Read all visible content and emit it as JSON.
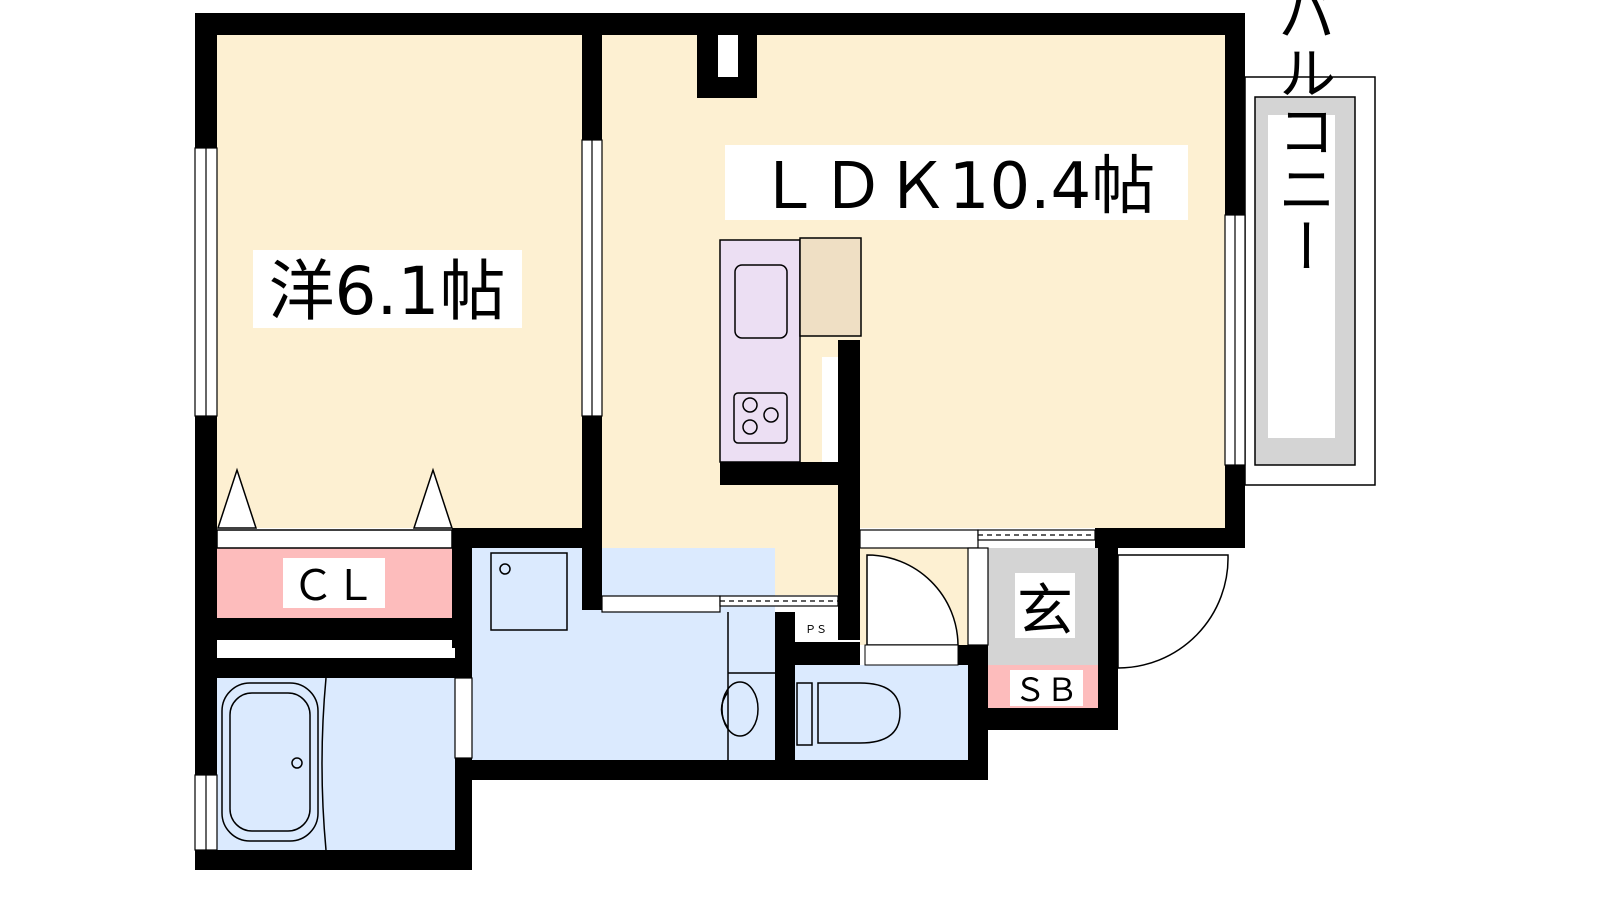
{
  "rooms": {
    "western_room": "洋6.1帖",
    "ldk": "ＬＤＫ10.4帖",
    "closet": "ＣＬ",
    "entrance": "玄",
    "shoe_box": "ＳＢ",
    "pipe_space": "ＰＳ",
    "balcony": "バルコニー"
  },
  "colors": {
    "room": "#fdf0d2",
    "wet_area": "#dbeafe",
    "closet": "#fdbcbc",
    "entrance": "#d4d4d4",
    "kitchen": "#ecdff3",
    "fridge": "#efdfc4",
    "wall": "#000000"
  }
}
